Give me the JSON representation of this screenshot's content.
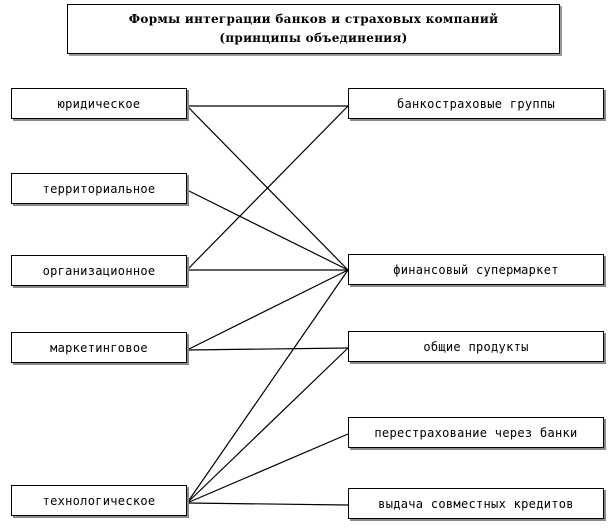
{
  "title": {
    "line1": "Формы интеграции банков и страховых компаний",
    "line2": "(принципы объединения)"
  },
  "principles": [
    {
      "label": "юридическое"
    },
    {
      "label": "территориальное"
    },
    {
      "label": "организационное"
    },
    {
      "label": "маркетинговое"
    },
    {
      "label": "технологическое"
    }
  ],
  "forms": [
    {
      "label": "банкостраховые группы"
    },
    {
      "label": "финансовый супермаркет"
    },
    {
      "label": "общие продукты"
    },
    {
      "label": "перестрахование через банки"
    },
    {
      "label": "выдача совместных кредитов"
    }
  ],
  "connections": [
    {
      "from": 0,
      "to": 0
    },
    {
      "from": 0,
      "to": 1
    },
    {
      "from": 1,
      "to": 1
    },
    {
      "from": 2,
      "to": 0
    },
    {
      "from": 2,
      "to": 1
    },
    {
      "from": 3,
      "to": 1
    },
    {
      "from": 3,
      "to": 2
    },
    {
      "from": 4,
      "to": 1
    },
    {
      "from": 4,
      "to": 2
    },
    {
      "from": 4,
      "to": 3
    },
    {
      "from": 4,
      "to": 4
    }
  ]
}
